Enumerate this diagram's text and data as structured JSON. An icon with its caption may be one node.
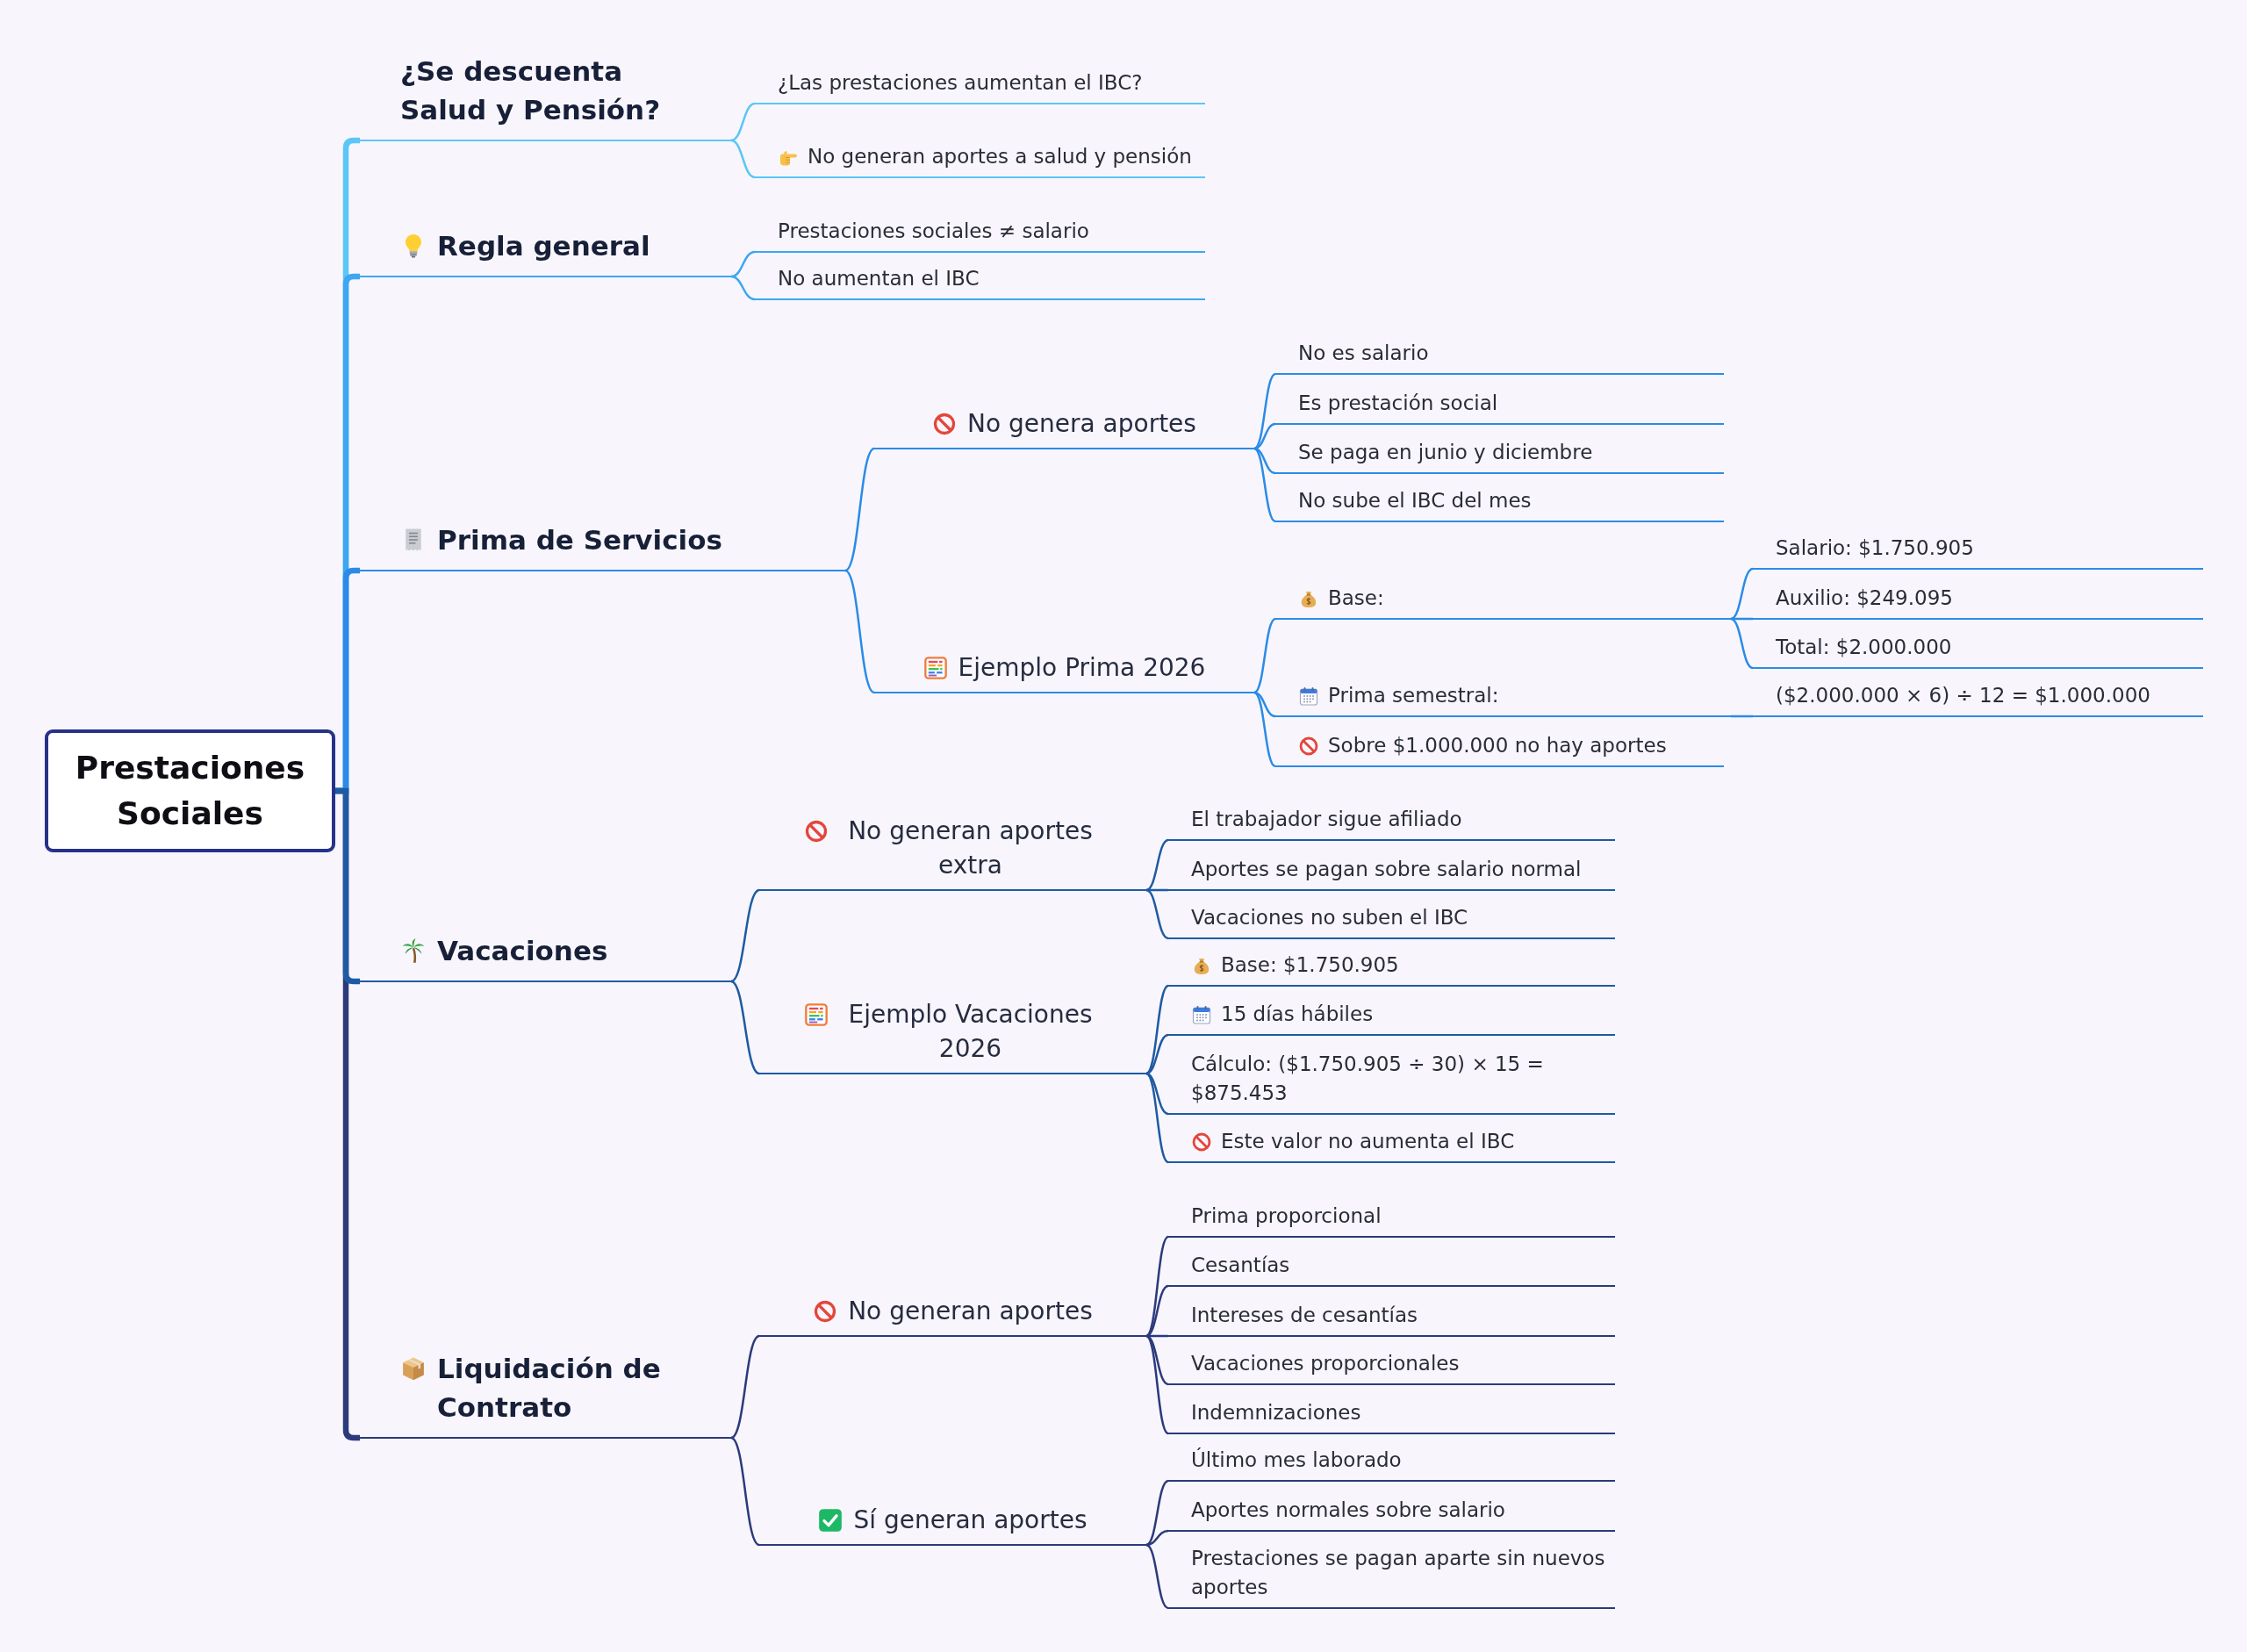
{
  "diagram": {
    "nodes": [
      {
        "text": [
          "Prestaciones Sociales"
        ]
      },
      {
        "text": [
          "¿Se descuenta Salud y Pensión?"
        ]
      },
      {
        "text": [
          "¿Las prestaciones aumentan el IBC?"
        ]
      },
      {
        "text": [
          "No generan aportes a salud y pensión"
        ]
      },
      {
        "text": [
          "Regla general"
        ]
      },
      {
        "text": [
          "Prestaciones sociales ≠ salario"
        ]
      },
      {
        "text": [
          "No aumentan el IBC"
        ]
      },
      {
        "text": [
          "Prima de Servicios"
        ]
      },
      {
        "text": [
          "No genera aportes"
        ]
      },
      {
        "text": [
          "No es salario"
        ]
      },
      {
        "text": [
          "Es prestación social"
        ]
      },
      {
        "text": [
          "Se paga en junio y diciembre"
        ]
      },
      {
        "text": [
          "No sube el IBC del mes"
        ]
      },
      {
        "text": [
          "Ejemplo Prima 2026"
        ]
      },
      {
        "text": [
          "Base:"
        ]
      },
      {
        "text": [
          "Salario: $1.750.905"
        ]
      },
      {
        "text": [
          "Auxilio: $249.095"
        ]
      },
      {
        "text": [
          "Total: $2.000.000"
        ]
      },
      {
        "text": [
          "Prima semestral:"
        ]
      },
      {
        "text": [
          "($2.000.000 × 6) ÷ 12 = $1.000.000"
        ]
      },
      {
        "text": [
          "Sobre $1.000.000 no hay aportes"
        ]
      },
      {
        "text": [
          "Vacaciones"
        ]
      },
      {
        "text": [
          "No generan aportes extra"
        ]
      },
      {
        "text": [
          "El trabajador sigue afiliado"
        ]
      },
      {
        "text": [
          "Aportes se pagan sobre salario normal"
        ]
      },
      {
        "text": [
          "Vacaciones no suben el IBC"
        ]
      },
      {
        "text": [
          "Ejemplo Vacaciones 2026"
        ]
      },
      {
        "text": [
          "Base: $1.750.905"
        ]
      },
      {
        "text": [
          "15 días hábiles"
        ]
      },
      {
        "text": [
          "Cálculo: ($1.750.905 ÷ 30) × 15 = $875.453"
        ]
      },
      {
        "text": [
          "Este valor no aumenta el IBC"
        ]
      },
      {
        "text": [
          "Liquidación de Contrato"
        ]
      },
      {
        "text": [
          "No generan aportes"
        ]
      },
      {
        "text": [
          "Prima proporcional"
        ]
      },
      {
        "text": [
          "Cesantías"
        ]
      },
      {
        "text": [
          "Intereses de cesantías"
        ]
      },
      {
        "text": [
          "Vacaciones proporcionales"
        ]
      },
      {
        "text": [
          "Indemnizaciones"
        ]
      },
      {
        "text": [
          "Sí generan aportes"
        ]
      },
      {
        "text": [
          "Último mes laborado"
        ]
      },
      {
        "text": [
          "Aportes normales sobre salario"
        ]
      },
      {
        "text": [
          "Prestaciones se pagan aparte sin nuevos aportes"
        ]
      }
    ],
    "edges": [
      {
        "from": 0,
        "to": 1,
        "arrow": "none",
        "style": "thick",
        "color": "#5cc6f7"
      },
      {
        "from": 1,
        "to": 2,
        "arrow": "none",
        "color": "#5cc6f7"
      },
      {
        "from": 1,
        "to": 3,
        "arrow": "none",
        "color": "#5cc6f7"
      },
      {
        "from": 0,
        "to": 4,
        "arrow": "none",
        "style": "thick",
        "color": "#3ea6f2"
      },
      {
        "from": 4,
        "to": 5,
        "arrow": "none",
        "color": "#3ea6f2"
      },
      {
        "from": 4,
        "to": 6,
        "arrow": "none",
        "color": "#3ea6f2"
      },
      {
        "from": 0,
        "to": 7,
        "arrow": "none",
        "style": "thick"
      },
      {
        "from": 7,
        "to": 8,
        "arrow": "none"
      },
      {
        "from": 8,
        "to": 9,
        "arrow": "none"
      },
      {
        "from": 8,
        "to": 10,
        "arrow": "none"
      },
      {
        "from": 8,
        "to": 11,
        "arrow": "none"
      },
      {
        "from": 8,
        "to": 12,
        "arrow": "none"
      },
      {
        "from": 7,
        "to": 13,
        "arrow": "none"
      },
      {
        "from": 13,
        "to": 14,
        "arrow": "none"
      },
      {
        "from": 14,
        "to": 15,
        "arrow": "none"
      },
      {
        "from": 14,
        "to": 16,
        "arrow": "none"
      },
      {
        "from": 14,
        "to": 17,
        "arrow": "none"
      },
      {
        "from": 13,
        "to": 18,
        "arrow": "none"
      },
      {
        "from": 18,
        "to": 19,
        "arrow": "none"
      },
      {
        "from": 13,
        "to": 20,
        "arrow": "none"
      },
      {
        "from": 0,
        "to": 21,
        "arrow": "none",
        "style": "thick",
        "color": "#1f5aa3"
      },
      {
        "from": 21,
        "to": 22,
        "arrow": "none",
        "color": "#1f5aa3"
      },
      {
        "from": 22,
        "to": 23,
        "arrow": "none",
        "color": "#1f5aa3"
      },
      {
        "from": 22,
        "to": 24,
        "arrow": "none",
        "color": "#1f5aa3"
      },
      {
        "from": 22,
        "to": 25,
        "arrow": "none",
        "color": "#1f5aa3"
      },
      {
        "from": 21,
        "to": 26,
        "arrow": "none",
        "color": "#1f5aa3"
      },
      {
        "from": 26,
        "to": 27,
        "arrow": "none",
        "color": "#1f5aa3"
      },
      {
        "from": 26,
        "to": 28,
        "arrow": "none",
        "color": "#1f5aa3"
      },
      {
        "from": 26,
        "to": 29,
        "arrow": "none",
        "color": "#1f5aa3"
      },
      {
        "from": 26,
        "to": 30,
        "arrow": "none",
        "color": "#1f5aa3"
      },
      {
        "from": 0,
        "to": 31,
        "arrow": "none",
        "style": "thick",
        "color": "#2c3a7c"
      },
      {
        "from": 31,
        "to": 32,
        "arrow": "none",
        "color": "#2c3a7c"
      },
      {
        "from": 32,
        "to": 33,
        "arrow": "none",
        "color": "#2c3a7c"
      },
      {
        "from": 32,
        "to": 34,
        "arrow": "none",
        "color": "#2c3a7c"
      },
      {
        "from": 32,
        "to": 35,
        "arrow": "none",
        "color": "#2c3a7c"
      },
      {
        "from": 32,
        "to": 36,
        "arrow": "none",
        "color": "#2c3a7c"
      },
      {
        "from": 32,
        "to": 37,
        "arrow": "none",
        "color": "#2c3a7c"
      },
      {
        "from": 31,
        "to": 38,
        "arrow": "none",
        "color": "#2c3a7c"
      },
      {
        "from": 38,
        "to": 39,
        "arrow": "none",
        "color": "#2c3a7c"
      },
      {
        "from": 38,
        "to": 40,
        "arrow": "none",
        "color": "#2c3a7c"
      },
      {
        "from": 38,
        "to": 41,
        "arrow": "none",
        "color": "#2c3a7c"
      }
    ]
  }
}
